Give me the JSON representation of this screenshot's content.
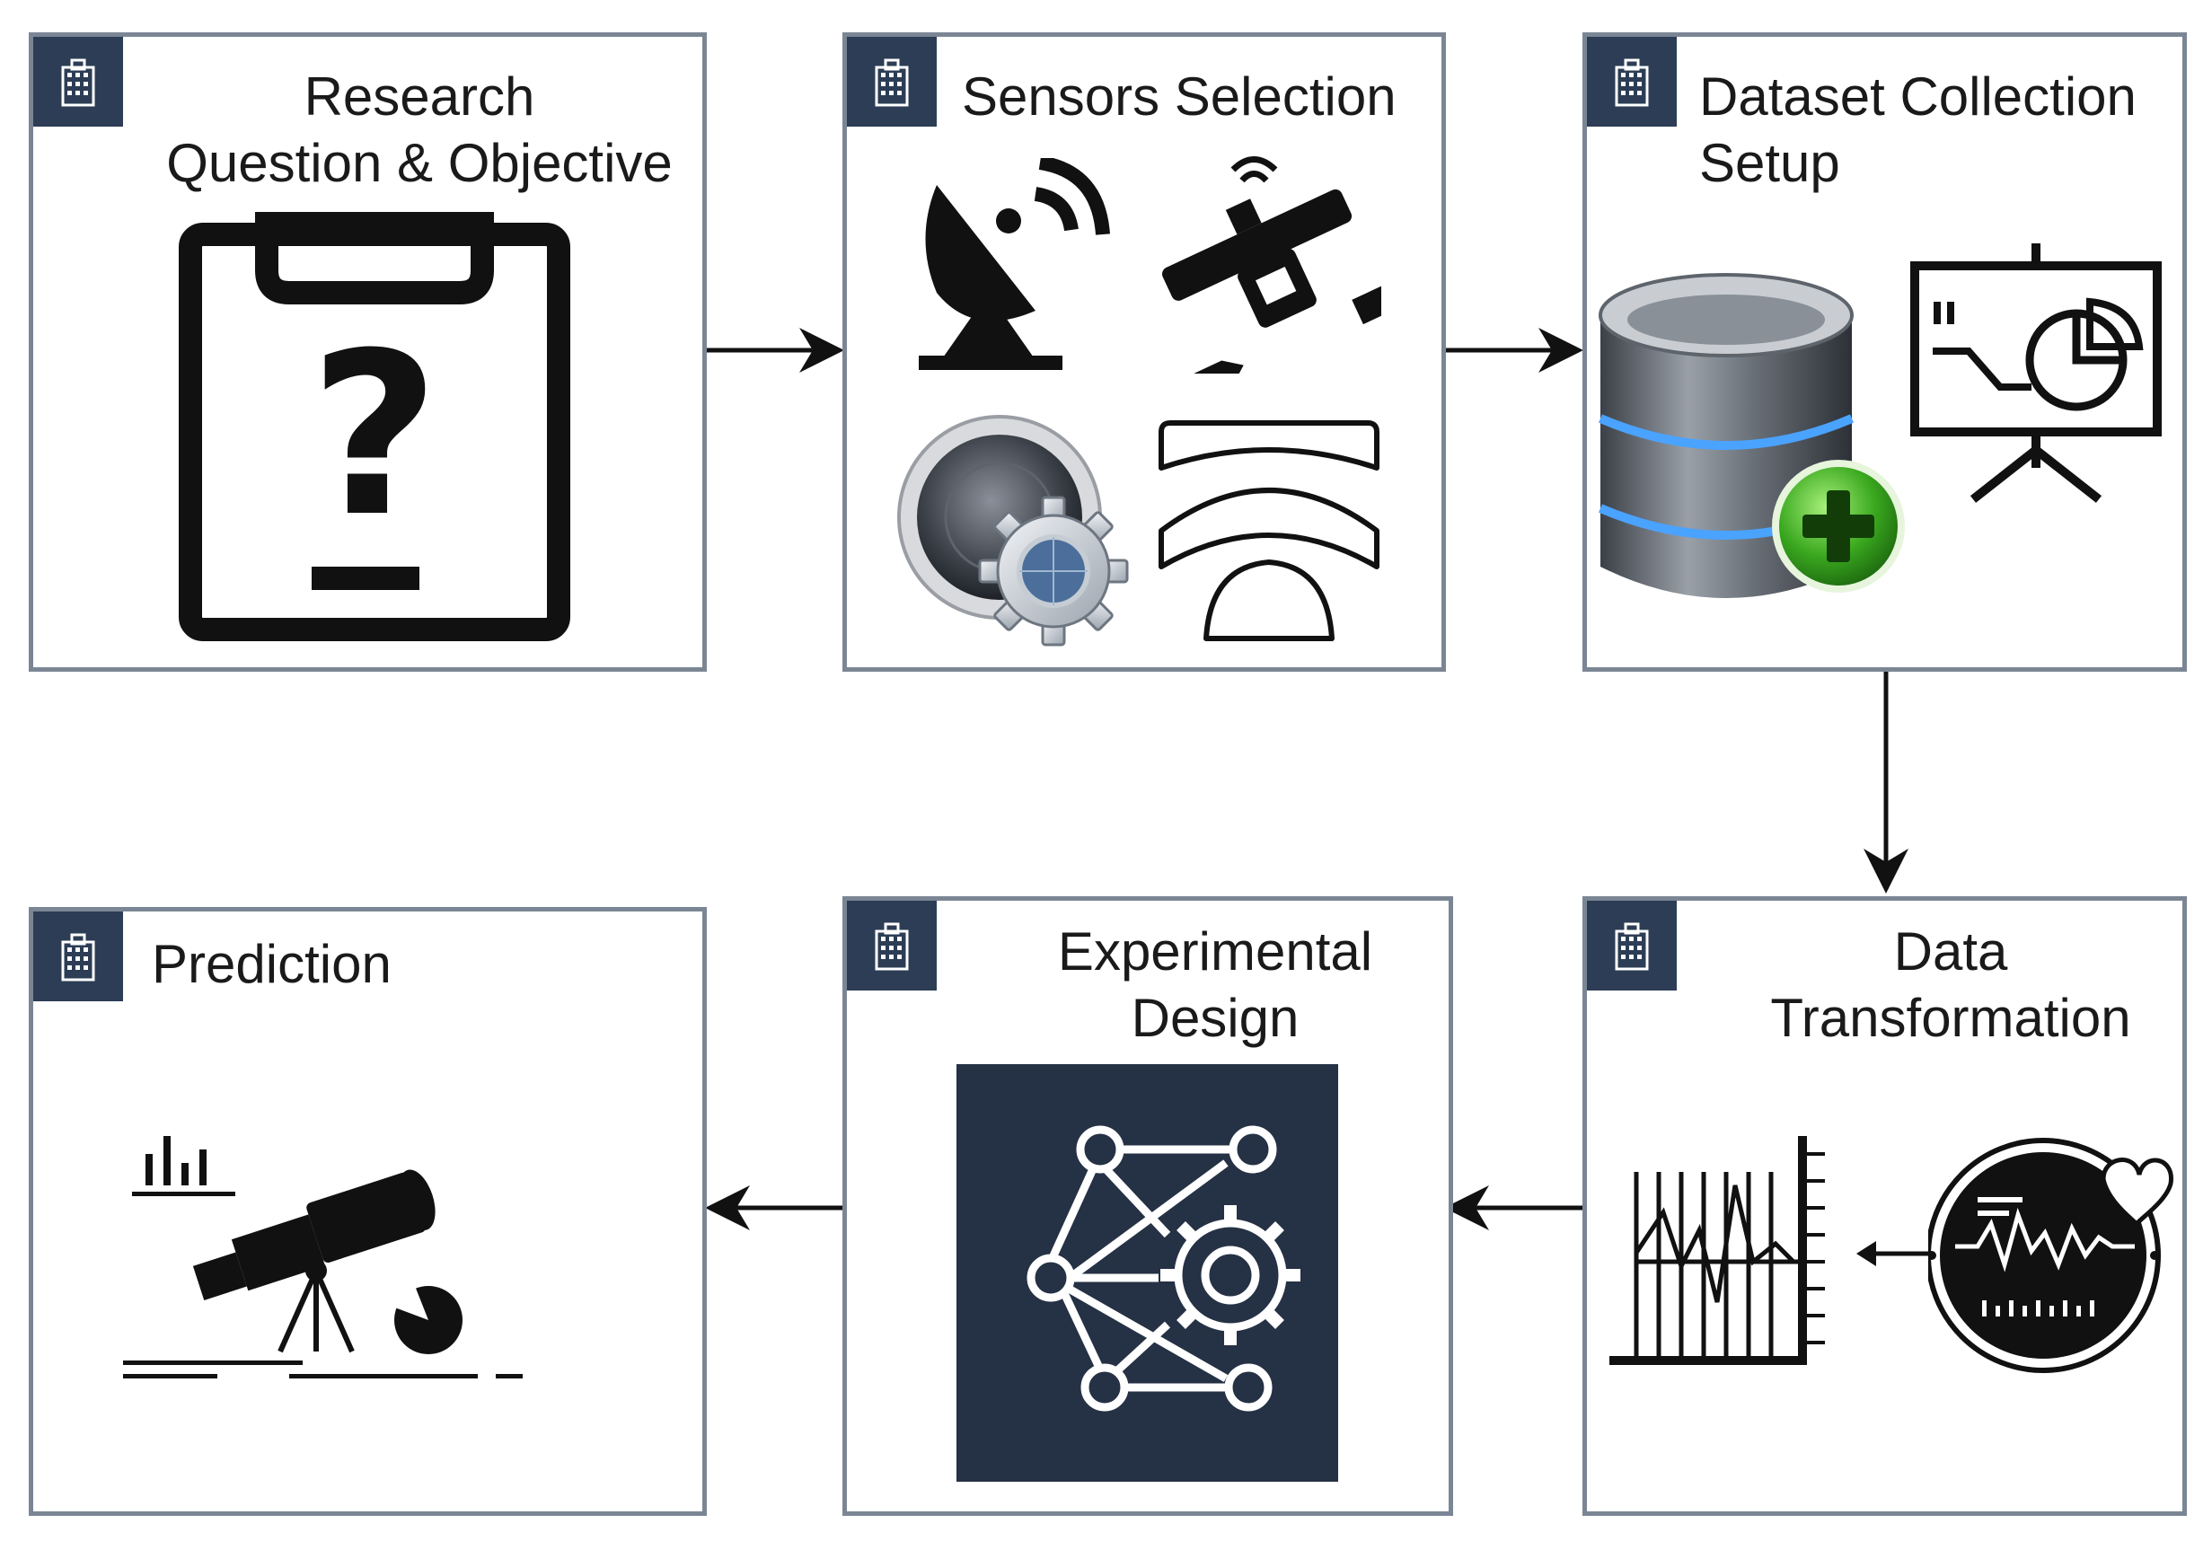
{
  "diagram": {
    "steps": [
      {
        "id": "research",
        "title_lines": [
          "Research",
          "Question & Objective"
        ]
      },
      {
        "id": "sensors",
        "title_lines": [
          "Sensors Selection"
        ]
      },
      {
        "id": "dataset",
        "title_lines": [
          "Dataset Collection",
          "Setup"
        ]
      },
      {
        "id": "transformation",
        "title_lines": [
          "Data",
          "Transformation"
        ]
      },
      {
        "id": "experimental",
        "title_lines": [
          "Experimental",
          "Design"
        ]
      },
      {
        "id": "prediction",
        "title_lines": [
          "Prediction"
        ]
      }
    ],
    "flow": [
      "research",
      "sensors",
      "dataset",
      "transformation",
      "experimental",
      "prediction"
    ],
    "colors": {
      "border": "#7b8695",
      "badge": "#2c3d55",
      "arrow": "#111111",
      "icon": "#111111",
      "design_panel": "#253144"
    },
    "icons": {
      "badge": "building-icon",
      "research": "clipboard-question-icon",
      "sensors": [
        "satellite-dish-icon",
        "satellite-icon",
        "gear-lens-icon",
        "signal-arc-icon"
      ],
      "dataset": [
        "database-add-icon",
        "presentation-chart-icon"
      ],
      "transformation": [
        "ruler-chart-icon",
        "heart-monitor-icon"
      ],
      "experimental": "network-gear-icon",
      "prediction": "telescope-icon"
    }
  }
}
